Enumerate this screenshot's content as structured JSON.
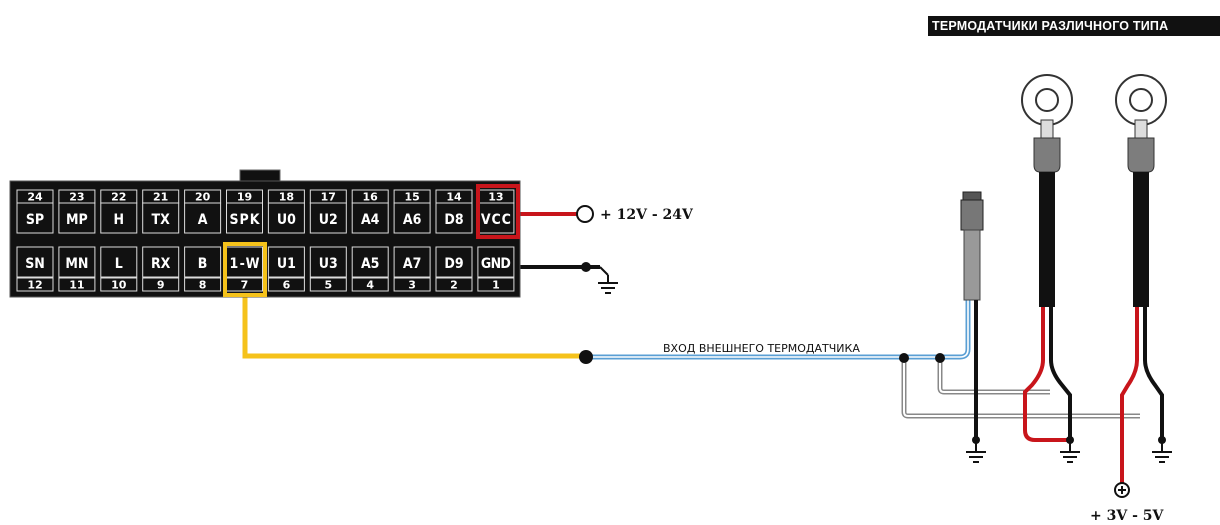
{
  "header": {
    "title": "ТЕРМОДАТЧИКИ РАЗЛИЧНОГО ТИПА"
  },
  "connector": {
    "top_row": [
      {
        "num": "24",
        "label": "SP"
      },
      {
        "num": "23",
        "label": "MP"
      },
      {
        "num": "22",
        "label": "H"
      },
      {
        "num": "21",
        "label": "TX"
      },
      {
        "num": "20",
        "label": "A"
      },
      {
        "num": "19",
        "label": "SPK"
      },
      {
        "num": "18",
        "label": "U0"
      },
      {
        "num": "17",
        "label": "U2"
      },
      {
        "num": "16",
        "label": "A4"
      },
      {
        "num": "15",
        "label": "A6"
      },
      {
        "num": "14",
        "label": "D8"
      },
      {
        "num": "13",
        "label": "VCC"
      }
    ],
    "bottom_row": [
      {
        "num": "12",
        "label": "SN"
      },
      {
        "num": "11",
        "label": "MN"
      },
      {
        "num": "10",
        "label": "L"
      },
      {
        "num": "9",
        "label": "RX"
      },
      {
        "num": "8",
        "label": "B"
      },
      {
        "num": "7",
        "label": "1-W"
      },
      {
        "num": "6",
        "label": "U1"
      },
      {
        "num": "5",
        "label": "U3"
      },
      {
        "num": "4",
        "label": "A5"
      },
      {
        "num": "3",
        "label": "A7"
      },
      {
        "num": "2",
        "label": "D9"
      },
      {
        "num": "1",
        "label": "GND"
      }
    ]
  },
  "labels": {
    "power_in": "+ 12V - 24V",
    "sensor_input": "ВХОД ВНЕШНЕГО ТЕРМОДАТЧИКА",
    "sensor_power": "+ 3V - 5V"
  },
  "colors": {
    "power_wire": "#c8151b",
    "one_wire": "#f5c21b",
    "data_wire": "#5a9fd4",
    "ground_wire": "#111111"
  }
}
